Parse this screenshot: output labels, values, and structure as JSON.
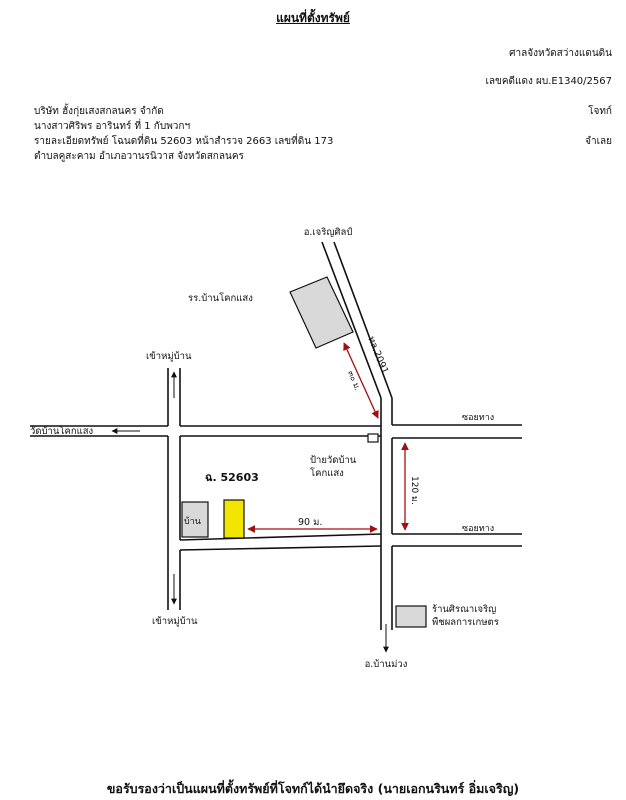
{
  "document": {
    "title": "แผนที่ตั้งทรัพย์",
    "court": "ศาลจังหวัดสว่างแดนดิน",
    "case_no": "เลขคดีแดง ผบ.E1340/2567",
    "plaintiff_label": "โจทก์",
    "defendant_label": "จำเลย",
    "plaintiff_name": "บริษัท ฮั้งกุ่ยเสงสกลนคร จำกัด",
    "defendant_name": "นางสาวศิริพร อารินทร์ ที่ 1 กับพวกฯ",
    "property_detail": "รายละเอียดทรัพย์ โฉนดที่ดิน 52603 หน้าสำรวจ 2663 เลขที่ดิน 173",
    "location": "ตำบลคูสะคาม อำเภอวานรนิวาส จังหวัดสกลนคร",
    "certification": "ขอรับรองว่าเป็นแผนที่ตั้งทรัพย์ที่โจทก์ได้นำยึดจริง (นายเอกนรินทร์ อิ่มเจริญ)"
  },
  "map": {
    "north_dest": "อ.เจริญศิลป์",
    "school": "รร.บ้านโคกแสง",
    "highway": "ทล.2091",
    "dist_school": "๓๐ ม.",
    "village_in_top": "เข้าหมู่บ้าน",
    "village_in_bottom": "เข้าหมู่บ้าน",
    "temple_left": "วัดบ้านโคกแสง",
    "soi_top": "ซอยทาง",
    "soi_bottom": "ซอยทาง",
    "sign": "ป้ายวัดบ้าน",
    "sign2": "โคกแสง",
    "dist_right": "120 ม.",
    "deed": "ฉ. 52603",
    "house": "บ้าน",
    "dist_90": "90 ม.",
    "shop1": "ร้านศิรณาเจริญ",
    "shop2": "พืชผลการเกษตร",
    "south_dest": "อ.บ้านม่วง"
  },
  "colors": {
    "parcel": "#f2e600",
    "building": "#d9d9d9",
    "dimension": "#a01010",
    "line": "#111111"
  }
}
